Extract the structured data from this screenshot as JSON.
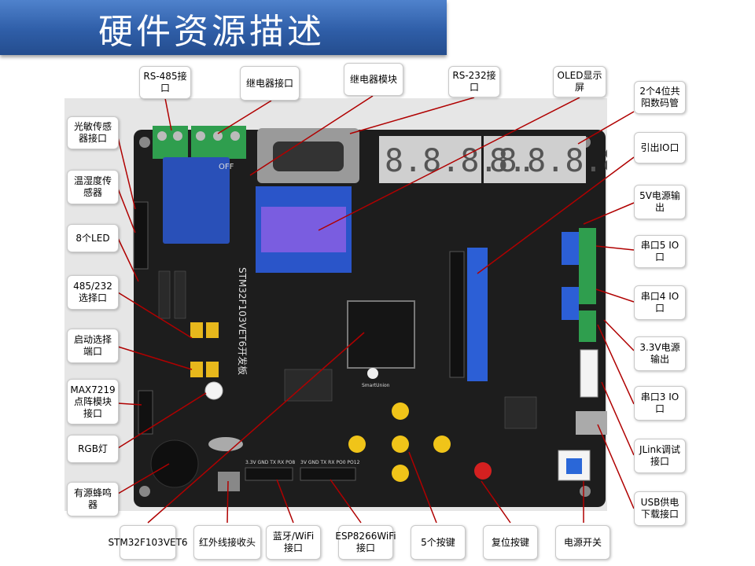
{
  "page": {
    "title": "硬件资源描述",
    "colors": {
      "banner": "#2f5ea8",
      "pcb": "#1e1e1e",
      "pin_blue": "#2c5fd6",
      "connector_green": "#2f9e4e",
      "button_yellow": "#f0c419",
      "reset_red": "#d42020",
      "oled_screen": "#7a5de0",
      "display_red_off": "#3a2020"
    }
  },
  "board": {
    "silk_model": "STM32F103VET6开发板",
    "silk_relay": "OFF",
    "silk_brand": "SmartUnion",
    "silk_bt_pins": "3.3V GND TX RX PO8",
    "silk_esp_pins": "3V GND TX RX PO0 PO12",
    "digits_left": "8.8.8.8.",
    "digits_right": "8.8.8.8."
  },
  "labels": {
    "rs485": "RS-485接口",
    "relay_port": "继电器接口",
    "relay_module": "继电器模块",
    "rs232": "RS-232接口",
    "oled": "OLED显示屏",
    "seg4x2": "2个4位共阳数码管",
    "io_pins": "引出IO口",
    "v5_out": "5V电源输出",
    "uart5": "串口5 IO口",
    "uart4": "串口4 IO口",
    "v33_out": "3.3V电源输出",
    "uart3": "串口3 IO口",
    "jlink": "JLink调试接口",
    "usb": "USB供电下载接口",
    "photo": "光敏传感器接口",
    "humid": "温湿度传感器",
    "led8": "8个LED",
    "sel485": "485/232选择口",
    "boot": "启动选择端口",
    "max7219": "MAX7219点阵模块接口",
    "rgb": "RGB灯",
    "buzzer": "有源蜂鸣器",
    "mcu": "STM32F103VET6",
    "ir": "红外线接收头",
    "bt": "蓝牙/WiFi接口",
    "esp": "ESP8266WiFi接口",
    "keys5": "5个按键",
    "reset": "复位按键",
    "power": "电源开关"
  }
}
